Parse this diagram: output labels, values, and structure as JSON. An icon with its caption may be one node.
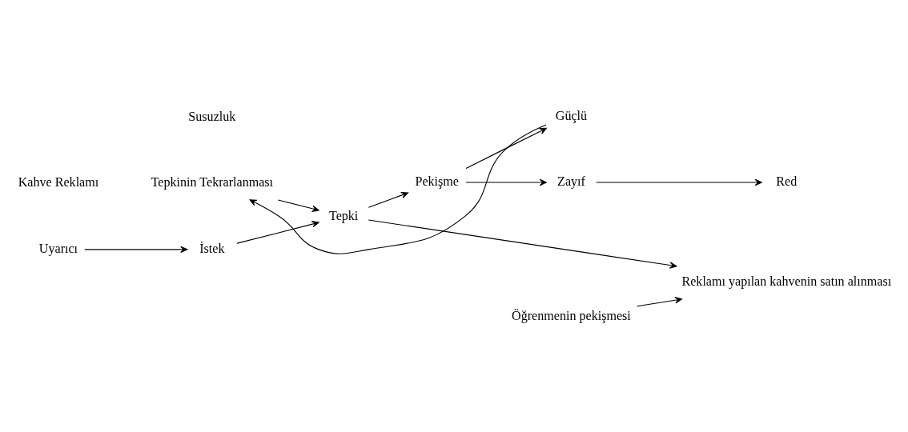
{
  "diagram": {
    "nodes": [
      {
        "text": [
          "Tepkinin Tekrarlanması"
        ]
      },
      {
        "text": [
          "Uyarıcı"
        ]
      },
      {
        "text": [
          "İstek"
        ]
      },
      {
        "text": [
          "Tepki"
        ]
      },
      {
        "text": [
          "Pekişme"
        ]
      },
      {
        "text": [
          "Güçlü"
        ]
      },
      {
        "text": [
          "Zayıf"
        ]
      },
      {
        "text": [
          "Reklamı yapılan kahvenin satın alınması"
        ]
      },
      {
        "text": [
          "Öğrenmenin pekişmesi"
        ]
      },
      {
        "text": [
          "Red"
        ]
      }
    ],
    "edges": [
      {
        "from": 1,
        "to": 2,
        "arrow": "to"
      },
      {
        "from": 2,
        "to": 3,
        "arrow": "to"
      },
      {
        "from": 3,
        "to": 4,
        "arrow": "to"
      },
      {
        "from": 4,
        "to": 5,
        "arrow": "to"
      },
      {
        "from": 4,
        "to": 6,
        "arrow": "to"
      },
      {
        "from": 5,
        "to": 0,
        "arrow": "to"
      },
      {
        "from": 0,
        "to": 3,
        "arrow": "to"
      },
      {
        "from": 3,
        "to": 7,
        "arrow": "to"
      },
      {
        "from": 8,
        "to": 7,
        "arrow": "to"
      },
      {
        "from": 6,
        "to": 9,
        "arrow": "to"
      }
    ],
    "labels": [
      "Kahve Reklamı",
      "Susuzluk"
    ]
  }
}
